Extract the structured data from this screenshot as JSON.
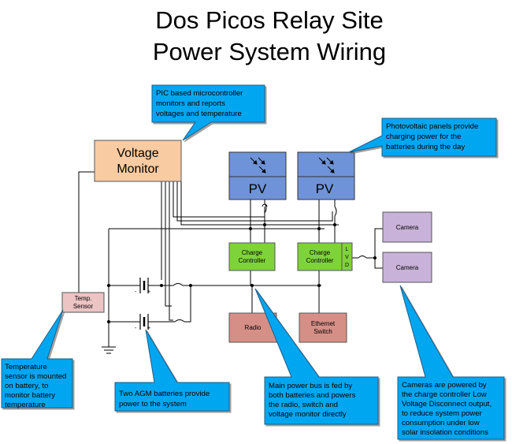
{
  "title": {
    "line1": "Dos Picos Relay Site",
    "line2": "Power System Wiring"
  },
  "components": {
    "voltage_monitor": [
      "Voltage",
      "Monitor"
    ],
    "pv_left": "PV",
    "pv_right": "PV",
    "charge_controller_left": [
      "Charge",
      "Controller"
    ],
    "charge_controller_right": [
      "Charge",
      "Controller"
    ],
    "lvd": [
      "L",
      "V",
      "D"
    ],
    "camera_top": "Camera",
    "camera_bottom": "Camera",
    "temp_sensor": [
      "Temp.",
      "Sensor"
    ],
    "radio": "Radio",
    "ethernet_switch": [
      "Ethernet",
      "Switch"
    ]
  },
  "callouts": {
    "pic": [
      "PIC based microcontroller",
      "monitors and reports",
      "voltages and temperature"
    ],
    "pv": [
      "Photovoltaic panels provide",
      "charging power for the",
      "batteries during the day"
    ],
    "temp": [
      "Temperature",
      "sensor is mounted",
      "on battery, to",
      "monitor battery",
      "temperature"
    ],
    "agm": [
      "Two AGM batteries provide",
      "power to the system"
    ],
    "bus": [
      "Main power bus is fed by",
      "both batteries and powers",
      "the radio, switch and",
      "voltage monitor directly"
    ],
    "cameras": [
      "Cameras are powered by",
      "the charge controller Low",
      "Voltage Disconnect output,",
      "to reduce system power",
      "consumption under low",
      "solar insolation conditions"
    ]
  },
  "colors": {
    "callout_fill": "#00a6f0",
    "voltage_monitor_fill": "#f9cba3",
    "pv_fill": "#6f93d8",
    "charge_controller_fill": "#7fd33a",
    "camera_fill": "#c8b2d9",
    "load_fill": "#d68f86",
    "temp_sensor_fill": "#ecc4c4"
  }
}
